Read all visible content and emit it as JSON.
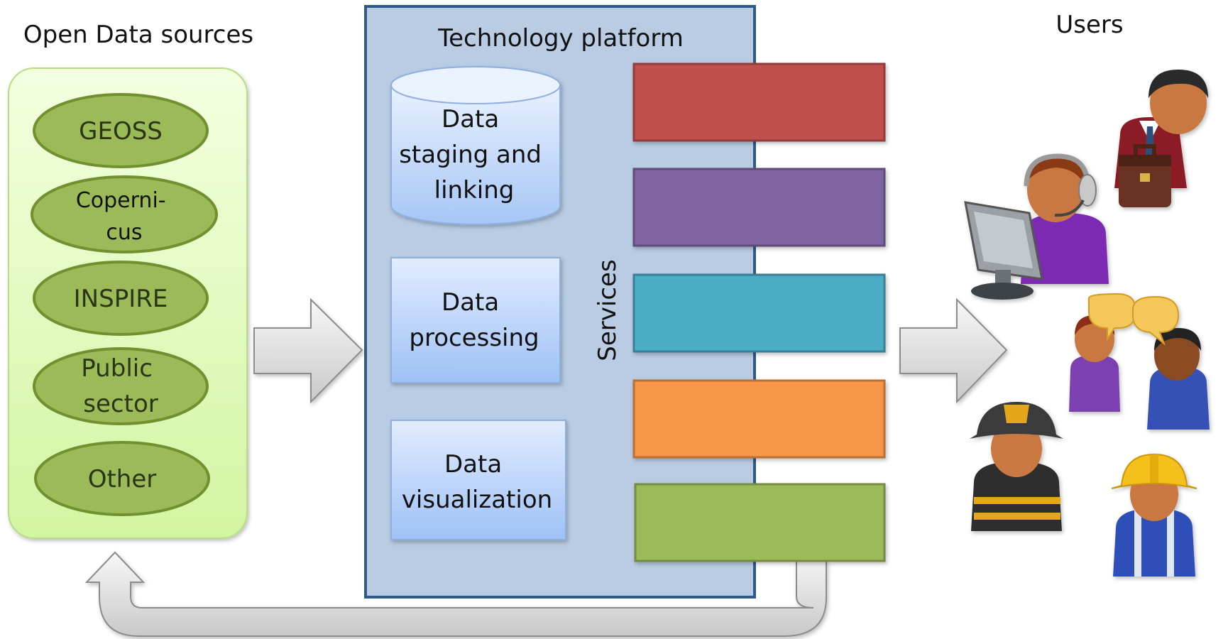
{
  "diagram": {
    "sources_title": "Open Data sources",
    "sources": [
      {
        "label_lines": [
          "GEOSS"
        ]
      },
      {
        "label_lines": [
          "Coperni-",
          "cus"
        ]
      },
      {
        "label_lines": [
          "INSPIRE"
        ]
      },
      {
        "label_lines": [
          "Public",
          "sector"
        ]
      },
      {
        "label_lines": [
          "Other"
        ]
      }
    ],
    "platform_title": "Technology platform",
    "staging_lines": [
      "Data",
      "staging and",
      "linking"
    ],
    "processing_lines": [
      "Data",
      "processing"
    ],
    "visualization_lines": [
      "Data",
      "visualization"
    ],
    "services_label": "Services",
    "users_title": "Users",
    "service_colors": [
      "#c0504d",
      "#8064a2",
      "#4bacc6",
      "#f79646",
      "#9bbb59"
    ],
    "user_icons": [
      "businessman-icon",
      "call-center-agent-icon",
      "chatting-people-icon",
      "firefighter-icon",
      "construction-worker-icon"
    ]
  }
}
